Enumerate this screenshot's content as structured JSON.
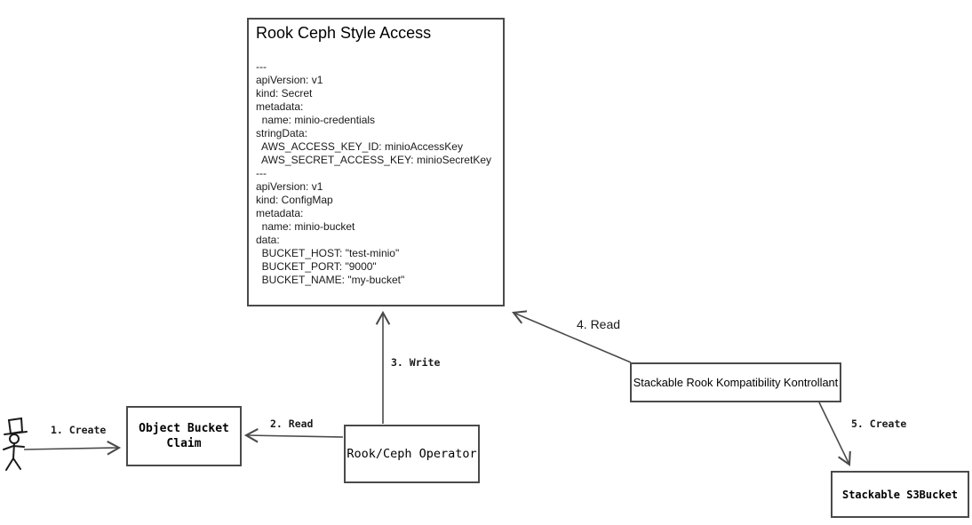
{
  "colors": {
    "line": "#4a4a4a",
    "text": "#1a1a1a",
    "background": "#ffffff"
  },
  "rook_box": {
    "title": "Rook Ceph Style Access",
    "yaml_lines": [
      "---",
      "apiVersion: v1",
      "kind: Secret",
      "metadata:",
      "  name: minio-credentials",
      "stringData:",
      "  AWS_ACCESS_KEY_ID: minioAccessKey",
      "  AWS_SECRET_ACCESS_KEY: minioSecretKey",
      "---",
      "apiVersion: v1",
      "kind: ConfigMap",
      "metadata:",
      "  name: minio-bucket",
      "data:",
      "  BUCKET_HOST: \"test-minio\"",
      "  BUCKET_PORT: \"9000\"",
      "  BUCKET_NAME: \"my-bucket\""
    ]
  },
  "nodes": {
    "object_bucket_claim": {
      "label": "Object Bucket Claim"
    },
    "rook_ceph_operator": {
      "label": "Rook/Ceph Operator"
    },
    "stackable_kontrollant": {
      "label": "Stackable Rook Kompatibility Kontrollant"
    },
    "stackable_s3bucket": {
      "label": "Stackable S3Bucket"
    }
  },
  "edges": {
    "e1": {
      "label": "1. Create"
    },
    "e2": {
      "label": "2. Read"
    },
    "e3": {
      "label": "3. Write"
    },
    "e4": {
      "label": "4. Read"
    },
    "e5": {
      "label": "5. Create"
    }
  },
  "actor": {
    "icon": "stick-figure-top-hat"
  }
}
